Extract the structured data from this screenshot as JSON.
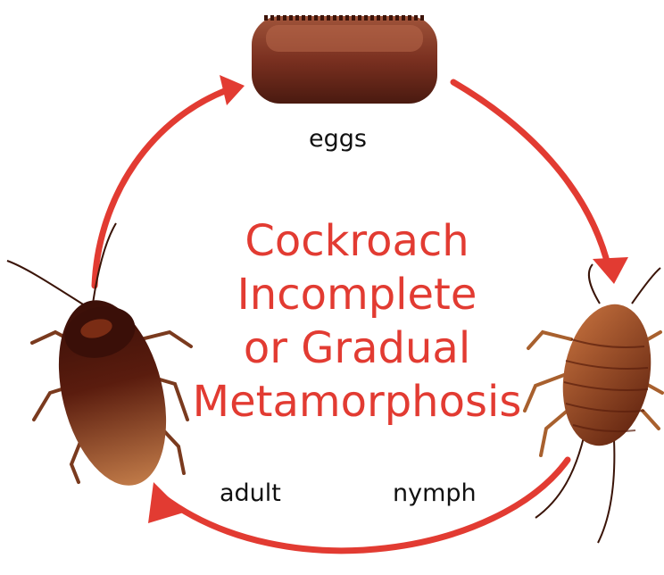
{
  "colors": {
    "arrow": "#e23b32",
    "title": "#e23b32",
    "egg": "#7a3020",
    "body_dark": "#3b120a",
    "body_light": "#b5673a"
  },
  "title_lines": [
    "Cockroach",
    "Incomplete",
    "or Gradual",
    "Metamorphosis"
  ],
  "stages": {
    "eggs": "eggs",
    "adult": "adult",
    "nymph": "nymph"
  }
}
